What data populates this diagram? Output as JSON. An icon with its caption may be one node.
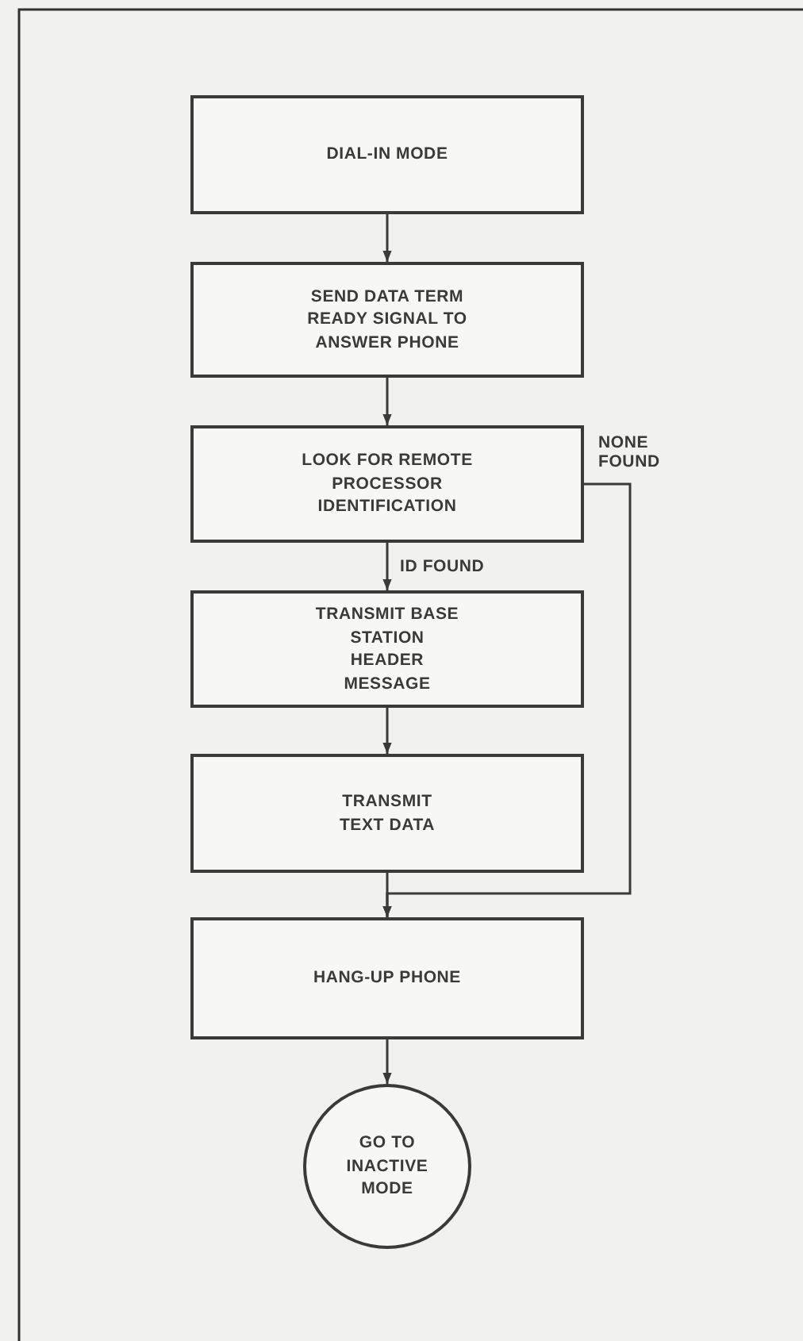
{
  "diagram": {
    "nodes": [
      {
        "text": [
          "DIAL-IN MODE"
        ]
      },
      {
        "text": [
          "SEND DATA TERM READY SIGNAL TO ANSWER PHONE"
        ]
      },
      {
        "text": [
          "LOOK FOR REMOTE PROCESSOR IDENTIFICATION"
        ]
      },
      {
        "text": [
          "TRANSMIT BASE STATION HEADER MESSAGE"
        ]
      },
      {
        "text": [
          "TRANSMIT TEXT DATA"
        ]
      },
      {
        "text": [
          "HANG-UP PHONE"
        ]
      },
      {
        "text": [
          "GO TO INACTIVE MODE"
        ]
      }
    ],
    "edges": [
      {
        "from": 0,
        "to": 1,
        "arrow": "to"
      },
      {
        "from": 1,
        "to": 2,
        "arrow": "to"
      },
      {
        "from": 2,
        "to": 3,
        "arrow": "to",
        "label": "ID FOUND"
      },
      {
        "from": 3,
        "to": 4,
        "arrow": "to"
      },
      {
        "from": 4,
        "to": 5,
        "arrow": "to"
      },
      {
        "from": 2,
        "to": 5,
        "arrow": "to",
        "label": "NONE FOUND"
      },
      {
        "from": 5,
        "to": 6,
        "arrow": "to"
      }
    ]
  }
}
